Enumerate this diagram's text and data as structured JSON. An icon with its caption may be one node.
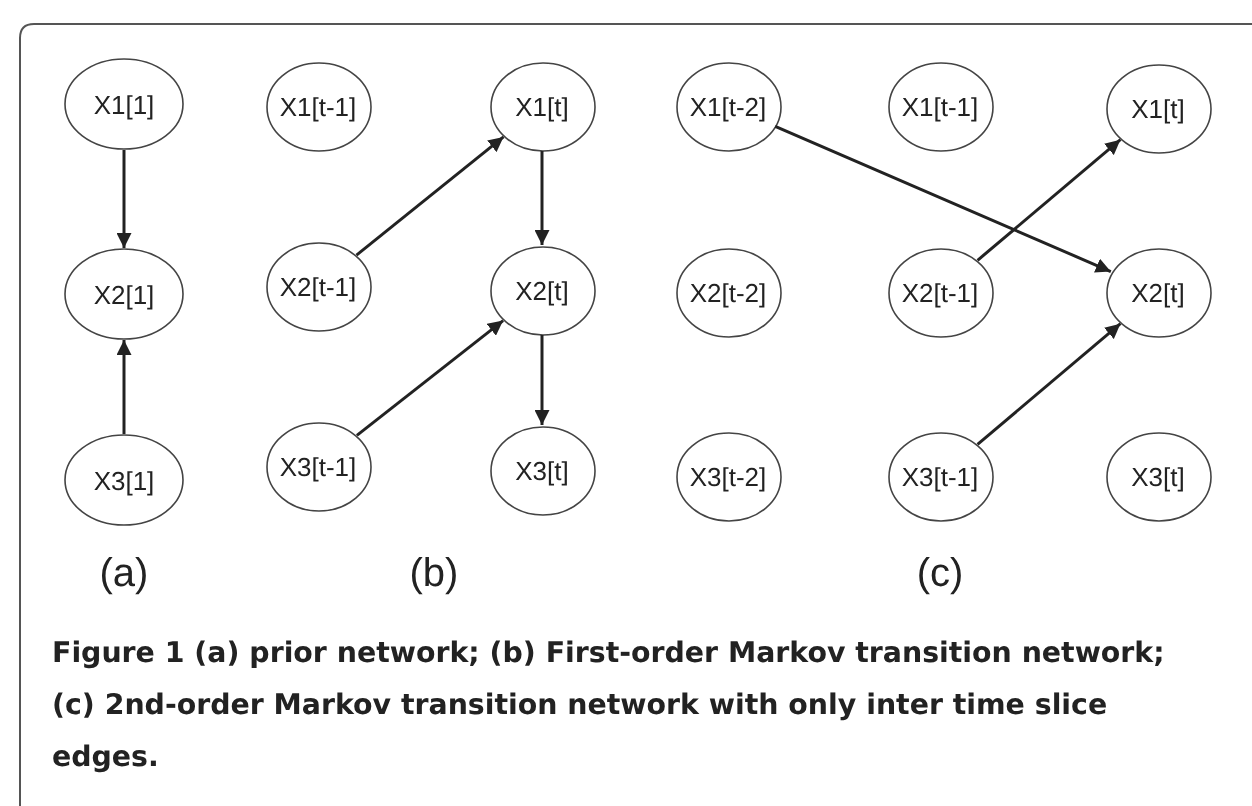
{
  "diagram": {
    "caption": "Figure 1 (a) prior network; (b) First-order Markov transition network; (c) 2nd-order Markov transition network with only inter time slice edges.",
    "nodes": [
      {
        "text": [
          "X1[1]"
        ]
      },
      {
        "text": [
          "X2[1]"
        ]
      },
      {
        "text": [
          "X3[1]"
        ]
      },
      {
        "text": [
          "X1[t-1]"
        ]
      },
      {
        "text": [
          "X2[t-1]"
        ]
      },
      {
        "text": [
          "X3[t-1]"
        ]
      },
      {
        "text": [
          "X1[t]"
        ]
      },
      {
        "text": [
          "X2[t]"
        ]
      },
      {
        "text": [
          "X3[t]"
        ]
      },
      {
        "text": [
          "X1[t-2]"
        ]
      },
      {
        "text": [
          "X2[t-2]"
        ]
      },
      {
        "text": [
          "X3[t-2]"
        ]
      },
      {
        "text": [
          "X1[t-1]"
        ]
      },
      {
        "text": [
          "X2[t-1]"
        ]
      },
      {
        "text": [
          "X3[t-1]"
        ]
      },
      {
        "text": [
          "X1[t]"
        ]
      },
      {
        "text": [
          "X2[t]"
        ]
      },
      {
        "text": [
          "X3[t]"
        ]
      }
    ],
    "edges": [
      {
        "from": 0,
        "to": 1,
        "arrow": "to"
      },
      {
        "from": 2,
        "to": 1,
        "arrow": "to"
      },
      {
        "from": 4,
        "to": 6,
        "arrow": "to"
      },
      {
        "from": 6,
        "to": 7,
        "arrow": "to"
      },
      {
        "from": 5,
        "to": 7,
        "arrow": "to"
      },
      {
        "from": 7,
        "to": 8,
        "arrow": "to"
      },
      {
        "from": 9,
        "to": 16,
        "arrow": "to"
      },
      {
        "from": 13,
        "to": 15,
        "arrow": "to"
      },
      {
        "from": 14,
        "to": 16,
        "arrow": "to"
      }
    ],
    "labels": [
      "(a)",
      "(b)",
      "(c)"
    ]
  }
}
